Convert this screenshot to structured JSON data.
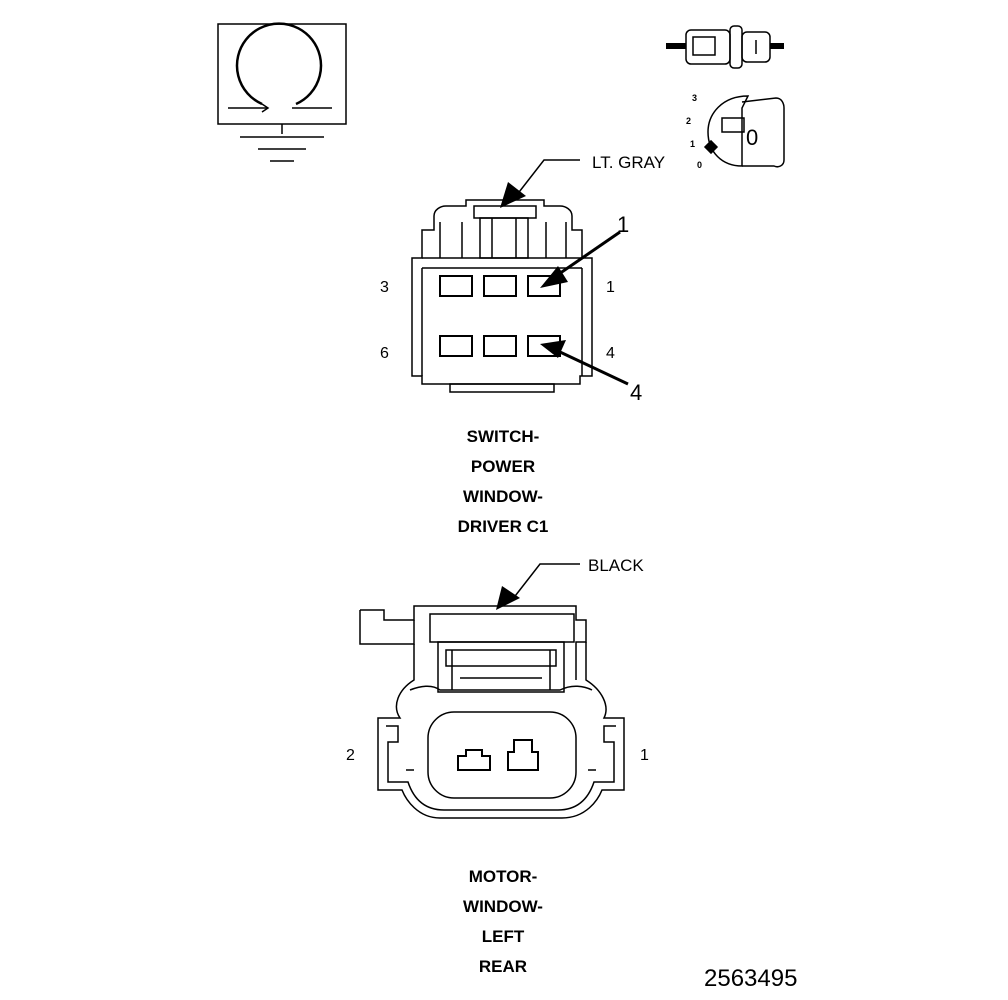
{
  "legend": {
    "ground_symbol": "ground-icon",
    "connector_icon": "connector-icon",
    "key_icon": "ignition-key-icon",
    "key_positions": [
      "3",
      "2",
      "1",
      "0"
    ],
    "key_face": "0"
  },
  "switch_connector": {
    "color_label": "LT. GRAY",
    "pin_labels": {
      "top_left": "3",
      "top_right": "1",
      "bottom_left": "6",
      "bottom_right": "4"
    },
    "callouts": {
      "top": "1",
      "bottom": "4"
    },
    "title_lines": [
      "SWITCH-",
      "POWER",
      "WINDOW-",
      "DRIVER C1"
    ]
  },
  "motor_connector": {
    "color_label": "BLACK",
    "pin_labels": {
      "left": "2",
      "right": "1"
    },
    "title_lines": [
      "MOTOR-",
      "WINDOW-",
      "LEFT",
      "REAR"
    ]
  },
  "figure_number": "2563495"
}
